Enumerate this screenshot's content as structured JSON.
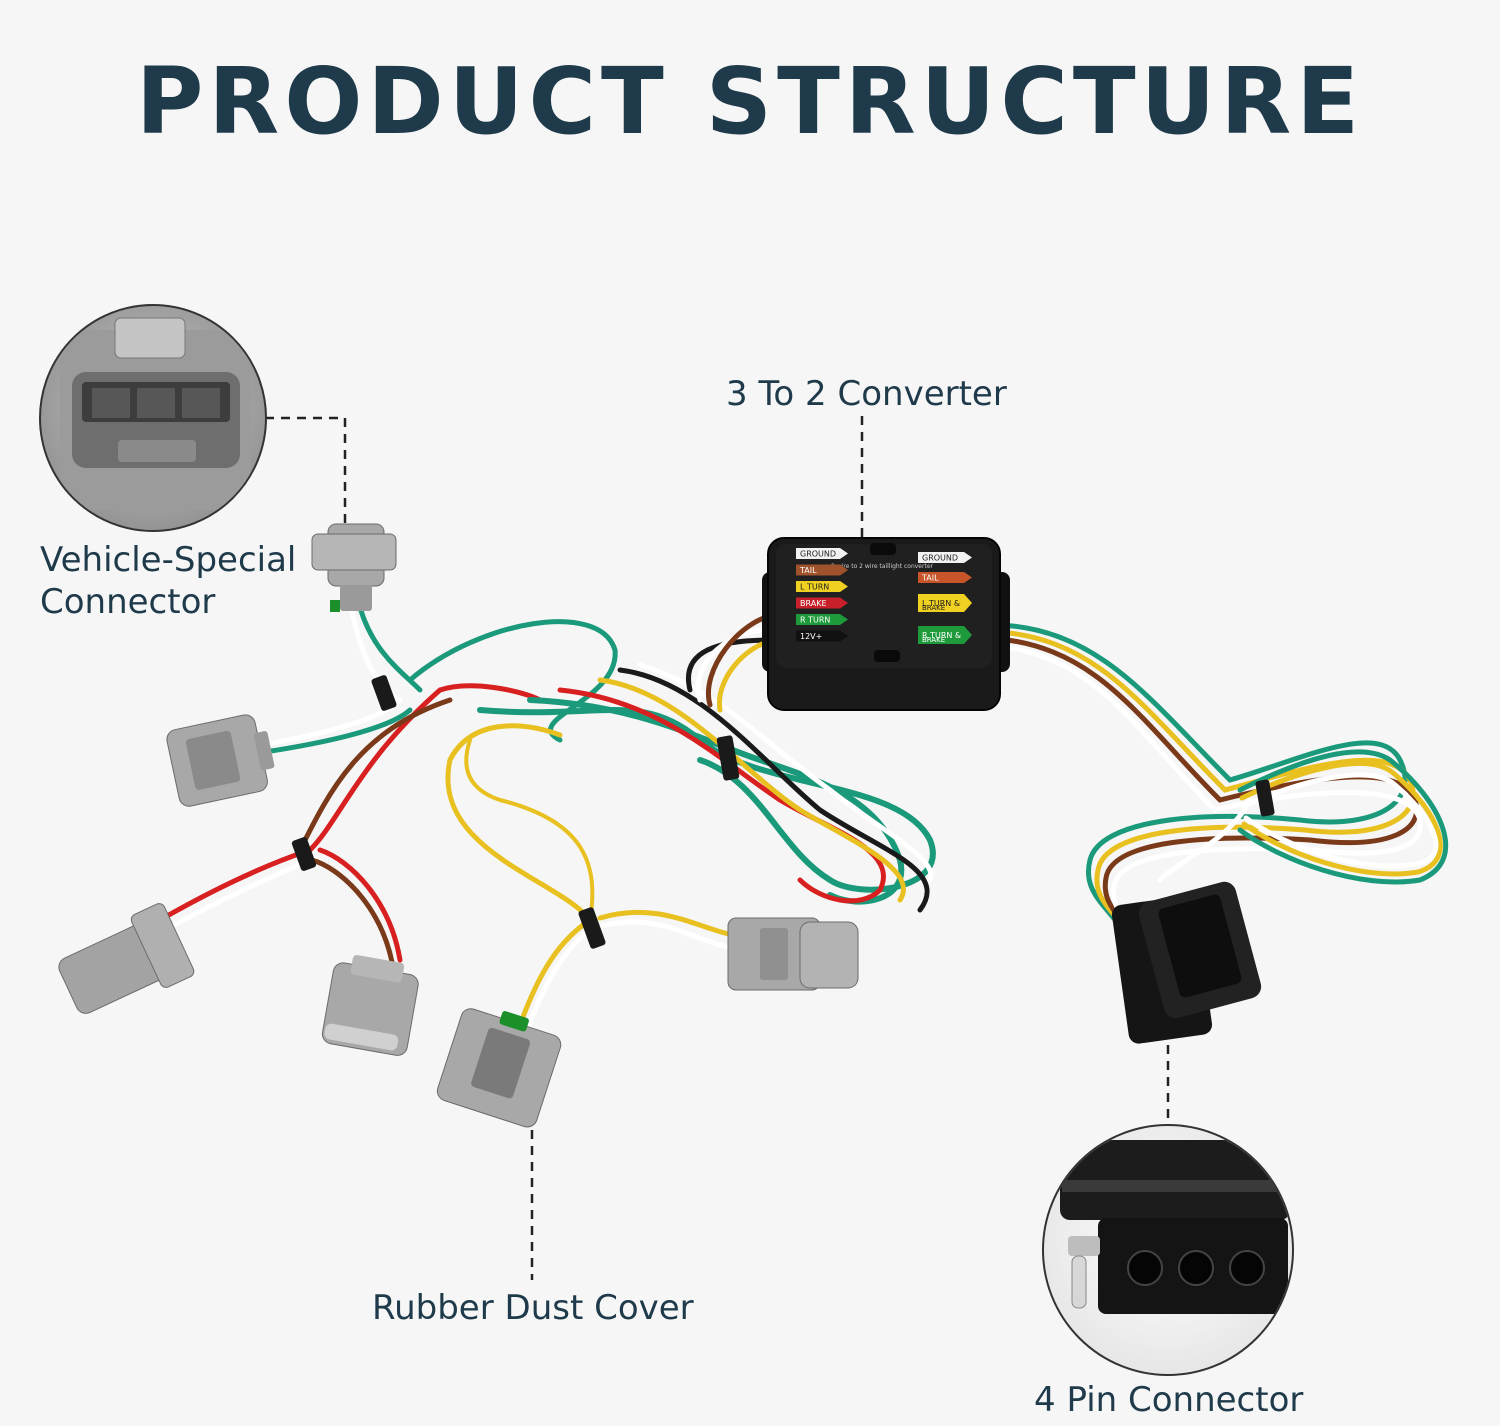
{
  "title": "PRODUCT STRUCTURE",
  "callouts": {
    "vehicle_connector": [
      "Vehicle-Special",
      "Connector"
    ],
    "converter": "3 To 2 Converter",
    "dust_cover": "Rubber Dust Cover",
    "four_pin": "4 Pin Connector"
  },
  "converter_box": {
    "header": "3 wire to 2 wire taillight converter",
    "left_labels": [
      "GROUND",
      "TAIL",
      "L TURN",
      "BRAKE",
      "R TURN",
      "12V+"
    ],
    "right_labels": [
      "GROUND",
      "TAIL",
      "L TURN & BRAKE",
      "R TURN & BRAKE"
    ]
  },
  "colors": {
    "text": "#1f3a4a",
    "background": "#f6f6f6",
    "wire_green": "#1a9a7a",
    "wire_yellow": "#e8c020",
    "wire_brown": "#7a3a1a",
    "wire_red": "#d82020",
    "connector_gray": "#a8a8a8",
    "box_black": "#1a1a1a"
  }
}
